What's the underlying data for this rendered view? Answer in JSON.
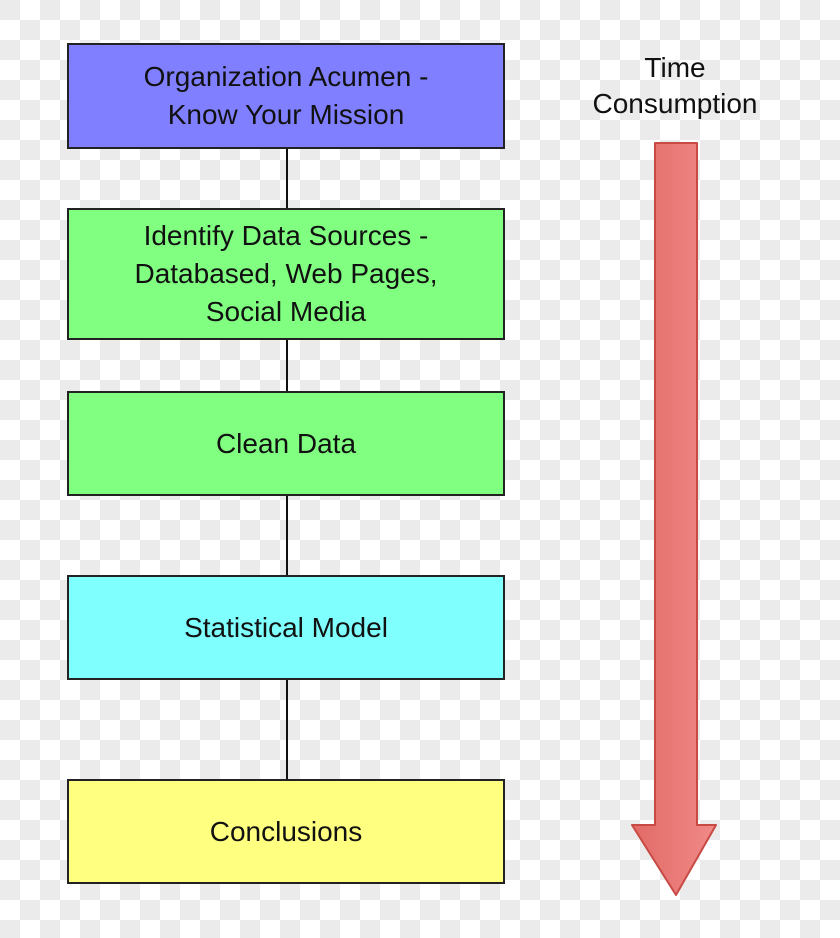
{
  "diagram": {
    "type": "flowchart",
    "steps": [
      {
        "label": "Organization Acumen - Know Your Mission",
        "lines": [
          "Organization Acumen -",
          "Know Your Mission"
        ],
        "color": "#7f7fff"
      },
      {
        "label": "Identify Data Sources - Databased, Web Pages, Social Media",
        "lines": [
          "Identify Data Sources -",
          "Databased, Web Pages,",
          "Social Media"
        ],
        "color": "#80ff80"
      },
      {
        "label": "Clean Data",
        "lines": [
          "Clean Data"
        ],
        "color": "#80ff80"
      },
      {
        "label": "Statistical Model",
        "lines": [
          "Statistical Model"
        ],
        "color": "#80ffff"
      },
      {
        "label": "Conclusions",
        "lines": [
          "Conclusions"
        ],
        "color": "#ffff80"
      }
    ],
    "arrow": {
      "label_lines": [
        "Time",
        "Consumption"
      ],
      "direction": "down",
      "color": "#e87070"
    }
  }
}
